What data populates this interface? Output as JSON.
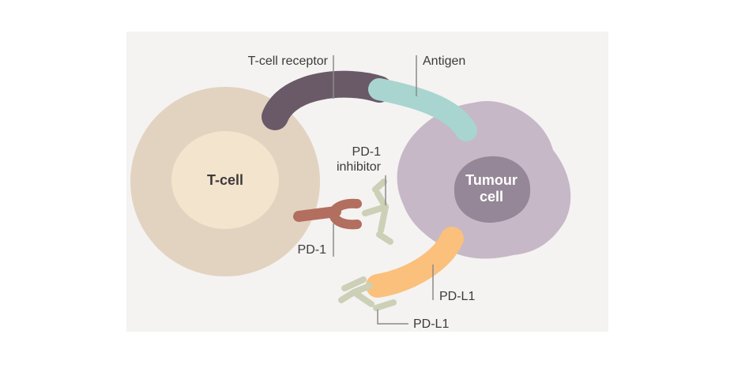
{
  "labels": {
    "t_cell": "T-cell",
    "tumour_line1": "Tumour",
    "tumour_line2": "cell",
    "t_cell_receptor": "T-cell receptor",
    "antigen": "Antigen",
    "pd1_inhibitor_line1": "PD-1",
    "pd1_inhibitor_line2": "inhibitor",
    "pd1": "PD-1",
    "pdl1_receptor": "PD-L1",
    "pdl1_antibody": "PD-L1"
  },
  "colors": {
    "panel_background": "#f4f3f1",
    "t_cell_outer": "#e2d3c1",
    "t_cell_nucleus": "#f3e4cd",
    "tumour_body": "#c6b8c7",
    "tumour_nucleus": "#958797",
    "receptor_purple": "#6a5a68",
    "antigen_teal": "#a8d5cf",
    "pd1_rust": "#b26e5e",
    "antibody_sage": "#cbd0b7",
    "pdl1_orange": "#fac07c",
    "leader_line": "#8c8a88",
    "text": "#3d3a3a"
  }
}
